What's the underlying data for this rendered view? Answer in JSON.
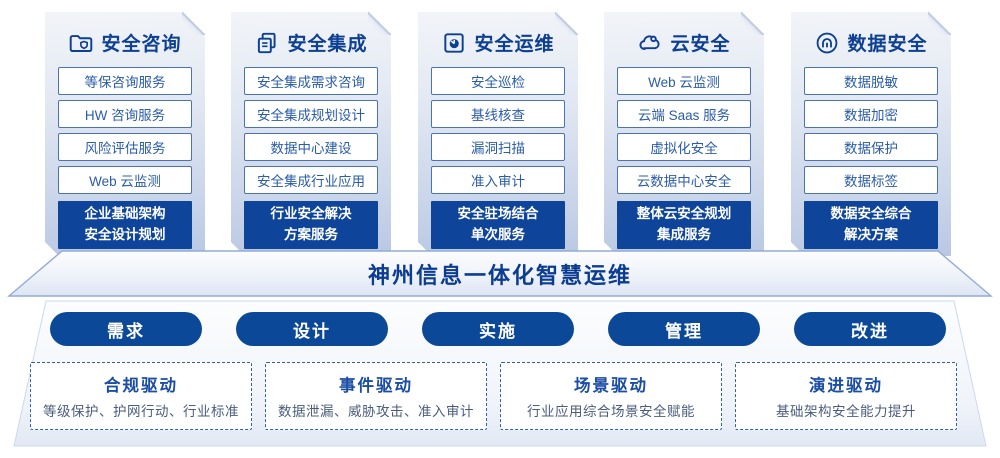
{
  "accent_color": "#0e459a",
  "banner": {
    "title": "神州信息一体化智慧运维"
  },
  "columns": [
    {
      "title": "安全咨询",
      "icon": "folder-shield-icon",
      "items": [
        "等保咨询服务",
        "HW 咨询服务",
        "风险评估服务",
        "Web 云监测"
      ],
      "highlight": [
        "企业基础架构",
        "安全设计规划"
      ]
    },
    {
      "title": "安全集成",
      "icon": "documents-icon",
      "items": [
        "安全集成需求咨询",
        "安全集成规划设计",
        "数据中心建设",
        "安全集成行业应用"
      ],
      "highlight": [
        "行业安全解决",
        "方案服务"
      ]
    },
    {
      "title": "安全运维",
      "icon": "monitor-clock-icon",
      "items": [
        "安全巡检",
        "基线核查",
        "漏洞扫描",
        "准入审计"
      ],
      "highlight": [
        "安全驻场结合",
        "单次服务"
      ]
    },
    {
      "title": "云安全",
      "icon": "cloud-icon",
      "items": [
        "Web 云监测",
        "云端 Saas 服务",
        "虚拟化安全",
        "云数据中心安全"
      ],
      "highlight": [
        "整体云安全规划",
        "集成服务"
      ]
    },
    {
      "title": "数据安全",
      "icon": "fingerprint-icon",
      "items": [
        "数据脱敏",
        "数据加密",
        "数据保护",
        "数据标签"
      ],
      "highlight": [
        "数据安全综合",
        "解决方案"
      ]
    }
  ],
  "process_steps": [
    "需求",
    "设计",
    "实施",
    "管理",
    "改进"
  ],
  "drivers": [
    {
      "title": "合规驱动",
      "desc": "等级保护、护网行动、行业标准"
    },
    {
      "title": "事件驱动",
      "desc": "数据泄漏、威胁攻击、准入审计"
    },
    {
      "title": "场景驱动",
      "desc": "行业应用综合场景安全赋能"
    },
    {
      "title": "演进驱动",
      "desc": "基础架构安全能力提升"
    }
  ]
}
